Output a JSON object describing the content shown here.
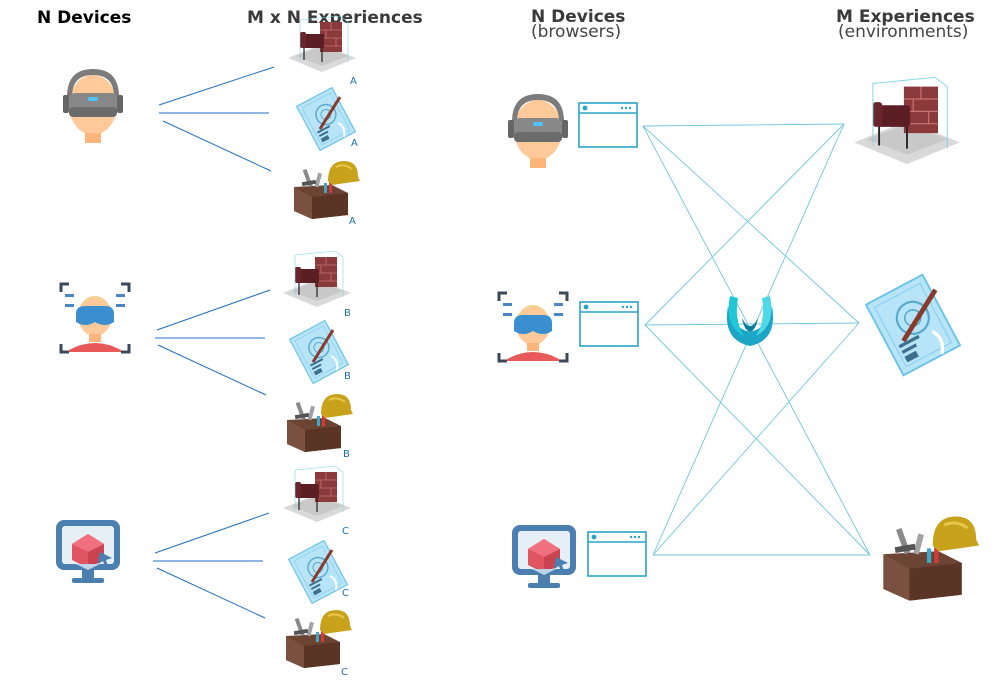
{
  "left_panel": {
    "devices_title": "N Devices",
    "experiences_title": "M x N Experiences",
    "groups": [
      {
        "device": "vr-headset-user",
        "experiences": [
          "room",
          "blueprint",
          "toolbox"
        ],
        "label": "A"
      },
      {
        "device": "face-tracking-user",
        "experiences": [
          "room",
          "blueprint",
          "toolbox"
        ],
        "label": "B"
      },
      {
        "device": "desktop-monitor",
        "experiences": [
          "room",
          "blueprint",
          "toolbox"
        ],
        "label": "C"
      }
    ]
  },
  "right_panel": {
    "devices_title": "N Devices",
    "devices_subtitle": "(browsers)",
    "experiences_title": "M Experiences",
    "experiences_subtitle": "(environments)",
    "devices": [
      "vr-headset-user",
      "face-tracking-user",
      "desktop-monitor"
    ],
    "experiences": [
      "room",
      "blueprint",
      "toolbox"
    ],
    "hub_icon": "hub-logo-icon"
  },
  "colors": {
    "left_lines": "#1f6fbf",
    "right_lines": "#6ec6e0",
    "browser": "#2aa3c9",
    "label": "#1a6fb0"
  }
}
